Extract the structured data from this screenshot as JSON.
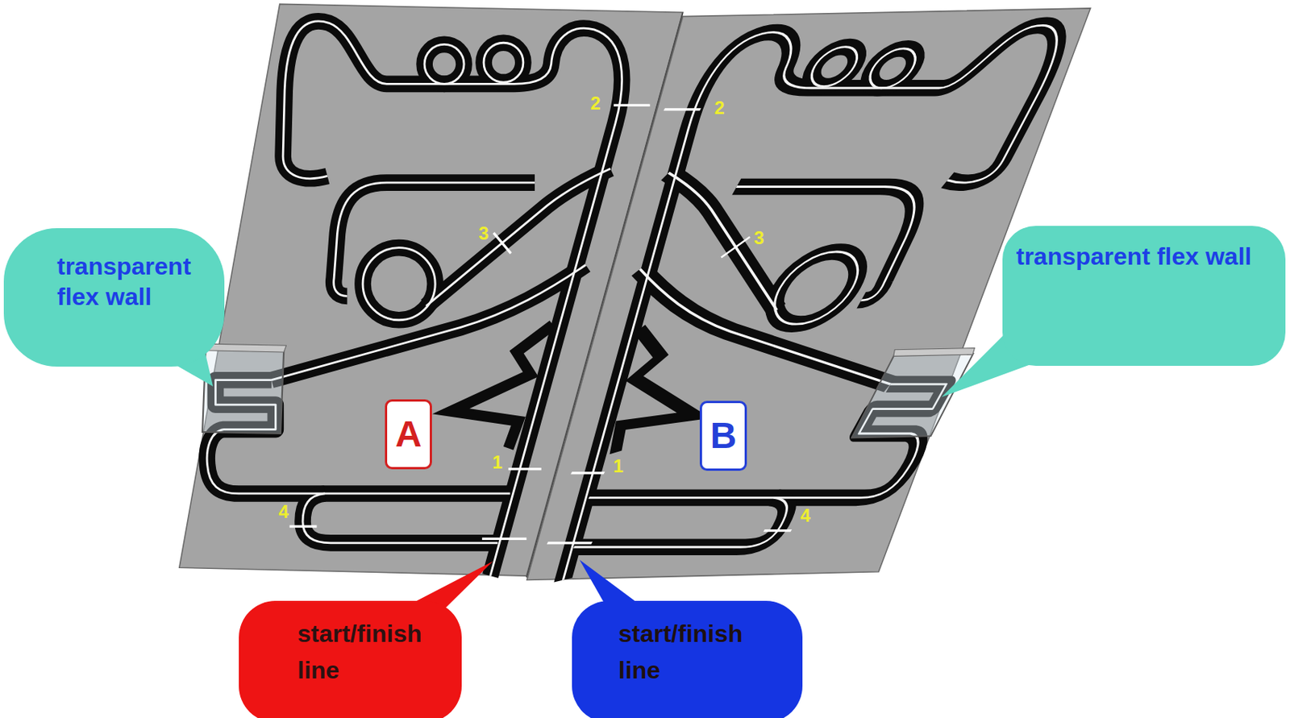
{
  "diagram": {
    "nodes": [
      {
        "text": [
          "transparent flex wall"
        ]
      },
      {
        "text": [
          "transparent flex wall"
        ]
      },
      {
        "text": [
          "A"
        ]
      },
      {
        "text": [
          "B"
        ]
      },
      {
        "text": [
          "start/finish line"
        ]
      },
      {
        "text": [
          "start/finish line"
        ]
      }
    ],
    "labels": [
      "2",
      "2",
      "3",
      "3",
      "1",
      "1",
      "4",
      "4"
    ]
  }
}
